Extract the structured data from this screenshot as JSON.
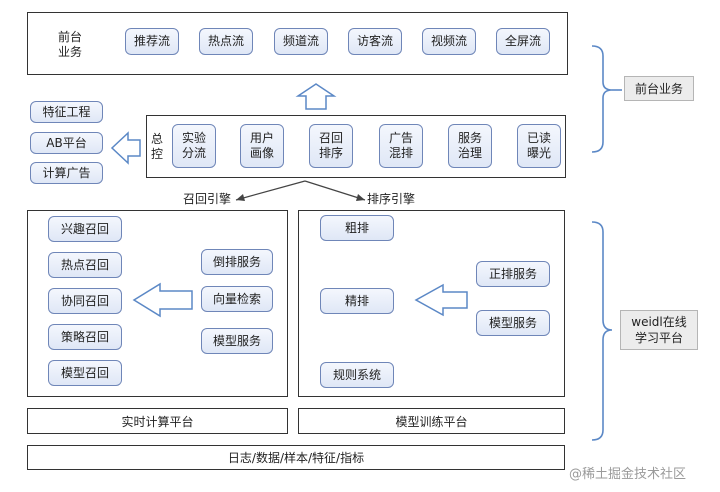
{
  "frontend": {
    "label": "前台\n业务",
    "items": [
      "推荐流",
      "热点流",
      "频道流",
      "访客流",
      "视频流",
      "全屏流"
    ]
  },
  "left_tools": [
    "特征工程",
    "AB平台",
    "计算广告"
  ],
  "control": {
    "label": "总\n控",
    "items": [
      "实验\n分流",
      "用户\n画像",
      "召回\n排序",
      "广告\n混排",
      "服务\n治理",
      "已读\n曝光"
    ]
  },
  "edges": {
    "recall_engine": "召回引擎",
    "rank_engine": "排序引擎"
  },
  "recall": {
    "items": [
      "兴趣召回",
      "热点召回",
      "协同召回",
      "策略召回",
      "模型召回"
    ],
    "services": [
      "倒排服务",
      "向量检索",
      "模型服务"
    ]
  },
  "rank": {
    "items": [
      "粗排",
      "精排",
      "规则系统"
    ],
    "services": [
      "正排服务",
      "模型服务"
    ]
  },
  "platforms": {
    "realtime": "实时计算平台",
    "training": "模型训练平台"
  },
  "bottom": "日志/数据/样本/特征/指标",
  "side_labels": {
    "frontend": "前台业务",
    "online_learning": "weidl在线\n学习平台"
  },
  "watermark": "@稀土掘金技术社区",
  "colors": {
    "pill_border": "#6f86b8",
    "pill_fill": "#dfe7f6",
    "bracket": "#5b88c6"
  }
}
